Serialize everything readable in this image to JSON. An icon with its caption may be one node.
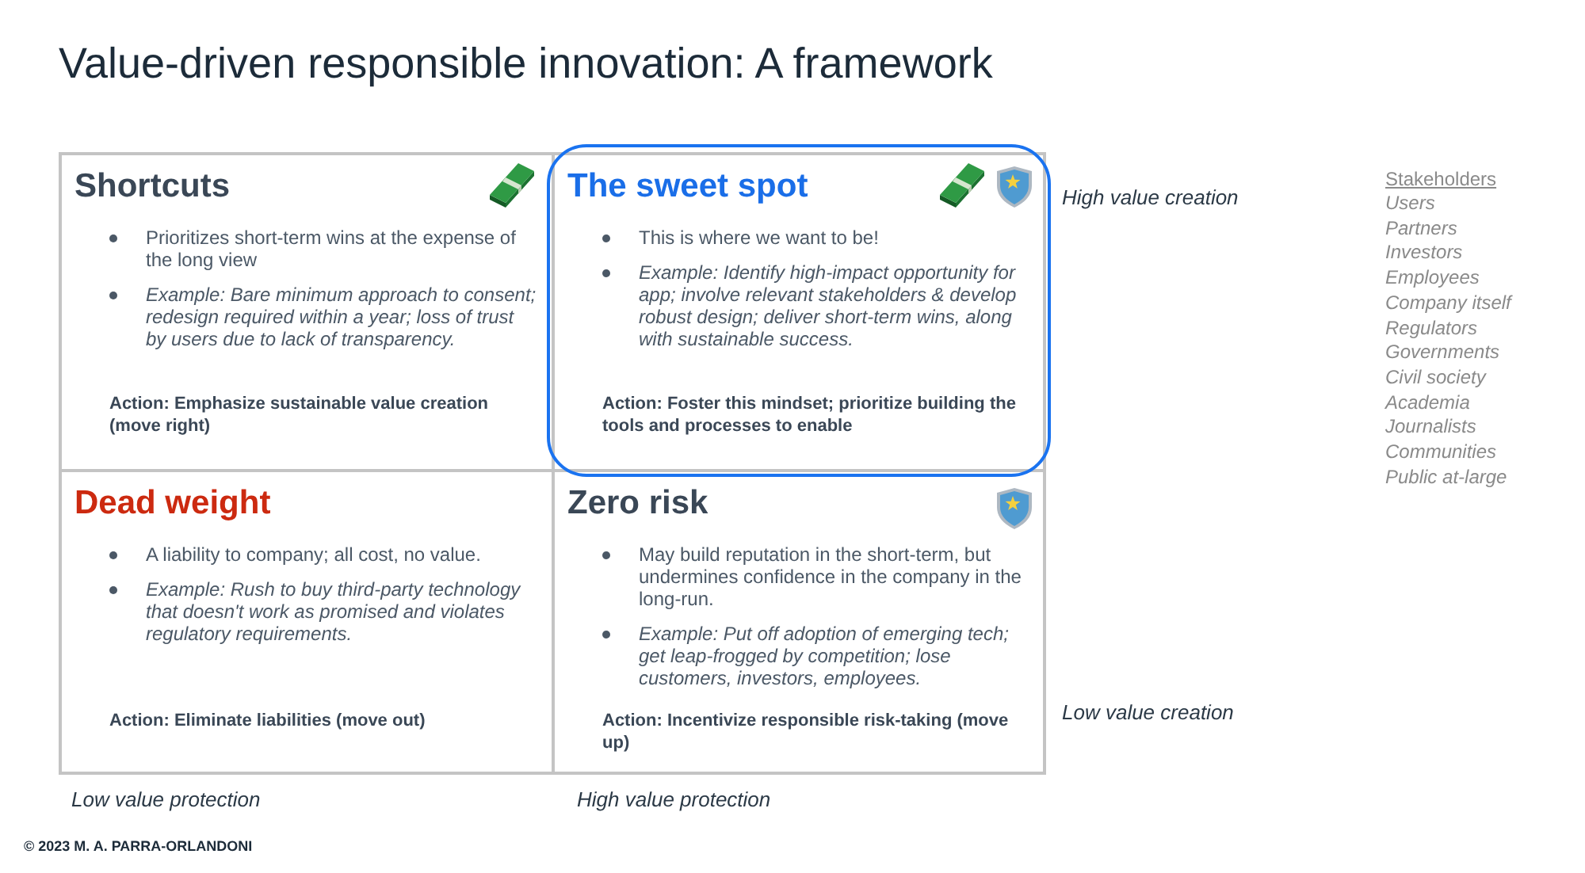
{
  "diagram": {
    "title": "Value-driven responsible innovation: A framework",
    "nodes": [
      {
        "text": [
          "Shortcuts",
          "Prioritizes short-term wins at the expense of the long view",
          "Example: Bare minimum approach to consent; redesign required within a year; loss of trust by users due to lack of transparency.",
          "Action: Emphasize sustainable value creation (move right)"
        ]
      },
      {
        "text": [
          "The sweet spot",
          "This is where we want to be!",
          "Example: Identify high-impact opportunity for app; involve relevant stakeholders & develop robust design; deliver short-term wins, along with sustainable success.",
          "Action: Foster this mindset; prioritize building the tools and processes to enable"
        ]
      },
      {
        "text": [
          "Dead weight",
          "A liability to company; all cost, no value.",
          "Example: Rush to buy third-party technology that doesn't work as promised and violates regulatory requirements.",
          "Action: Eliminate liabilities (move out)"
        ]
      },
      {
        "text": [
          "Zero risk",
          "May build reputation in the short-term, but undermines confidence in the company in the long-run.",
          "Example: Put off adoption of emerging tech; get leap-frogged by competition; lose customers, investors, employees.",
          "Action: Incentivize responsible risk-taking (move up)"
        ]
      }
    ],
    "labels": [
      "High value creation",
      "Stakeholders",
      "Users",
      "Partners",
      "Investors",
      "Employees",
      "Company itself",
      "Regulators",
      "Governments",
      "Civil society",
      "Academia",
      "Journalists",
      "Communities",
      "Public at-large",
      "Low value creation",
      "Low value protection",
      "High value protection",
      "© 2023 M. A. PARRA-ORLANDONI"
    ]
  }
}
